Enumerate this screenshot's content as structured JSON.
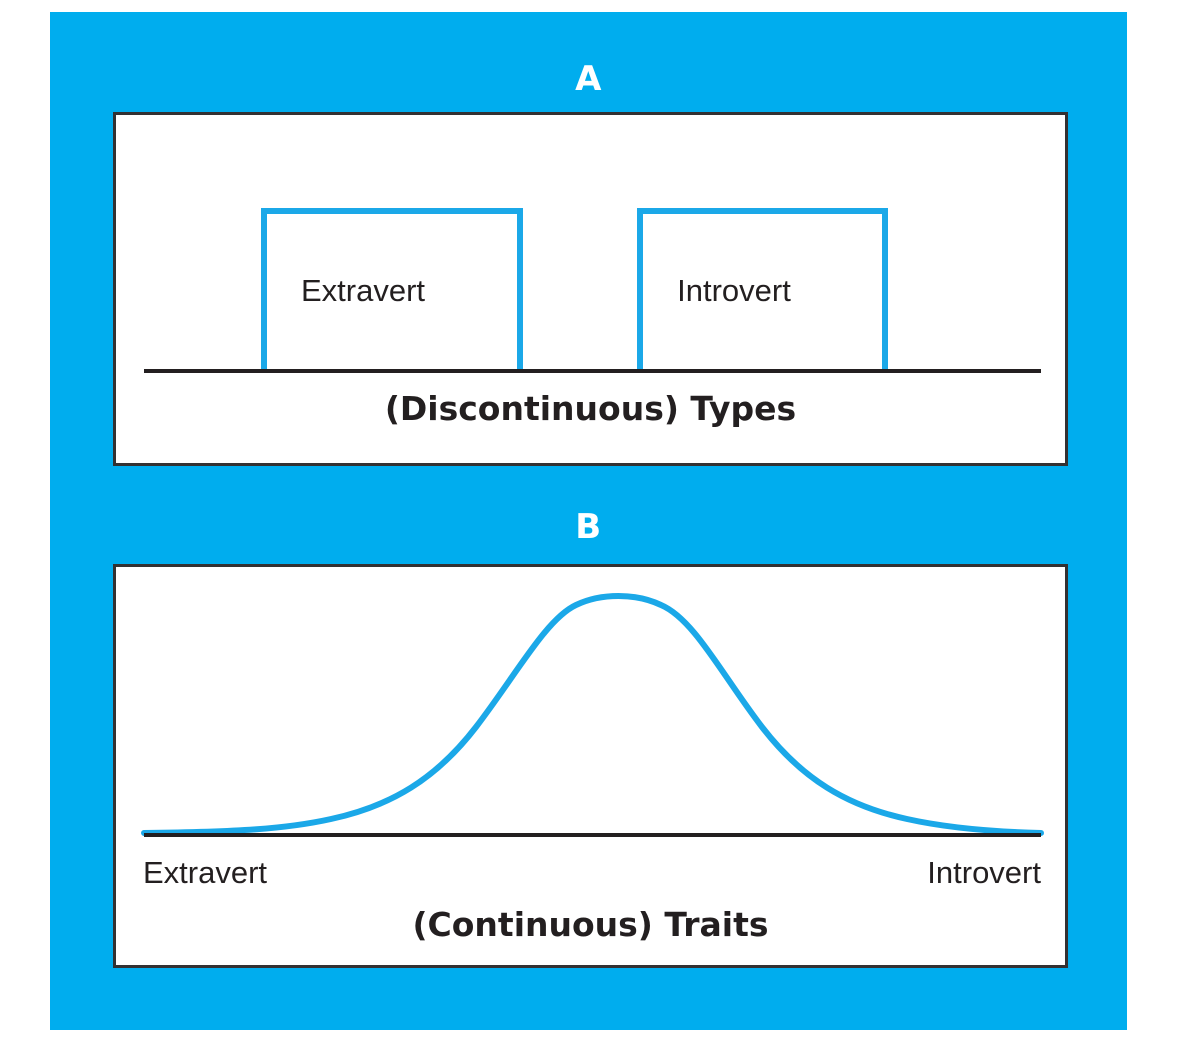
{
  "figure": {
    "background_color": "#00ADEE",
    "panel_background_color": "#FFFFFF",
    "panel_border_color": "#333132",
    "curve_color": "#1BA8E8",
    "axis_color": "#231F20",
    "text_color": "#231F20",
    "header_text_color": "#FFFFFF"
  },
  "panels": [
    {
      "header": "A",
      "caption": "(Discontinuous) Types",
      "bars": [
        {
          "label": "Extravert"
        },
        {
          "label": "Introvert"
        }
      ]
    },
    {
      "header": "B",
      "caption": "(Continuous) Traits",
      "axis_labels": {
        "left": "Extravert",
        "right": "Introvert"
      }
    }
  ],
  "chart_data": [
    {
      "type": "bar",
      "title": "(Discontinuous) Types",
      "panel": "A",
      "categories": [
        "Extravert",
        "Introvert"
      ],
      "values": [
        1,
        1
      ],
      "xlabel": "(Discontinuous) Types",
      "ylabel": "",
      "ylim": [
        0,
        1.25
      ],
      "grid": false,
      "legend": "none",
      "annotations": [
        "Two separate rectangular blocks of equal height, open at the bottom, representing discrete categorical types.",
        "Left block spans roughly 15%-40% of the axis; right block spans roughly 54%-79% of the axis.",
        "A gap separates the two blocks, indicating no intermediate cases."
      ]
    },
    {
      "type": "line",
      "title": "(Continuous) Traits",
      "panel": "B",
      "xlabel": "(Continuous) Traits",
      "ylabel": "",
      "xlim": [
        0,
        100
      ],
      "ylim": [
        0,
        1.05
      ],
      "x_tick_labels": [
        "Extravert",
        "Introvert"
      ],
      "grid": false,
      "legend": "none",
      "series": [
        {
          "name": "Normal distribution of trait scores",
          "x": [
            0,
            5,
            10,
            15,
            20,
            25,
            30,
            35,
            40,
            45,
            48,
            50,
            52,
            55,
            60,
            65,
            70,
            75,
            80,
            85,
            90,
            95,
            100
          ],
          "values": [
            0.0,
            0.01,
            0.02,
            0.05,
            0.11,
            0.21,
            0.37,
            0.56,
            0.76,
            0.94,
            0.99,
            1.0,
            0.99,
            0.94,
            0.76,
            0.56,
            0.37,
            0.21,
            0.11,
            0.05,
            0.02,
            0.01,
            0.0
          ]
        }
      ],
      "annotations": [
        "Symmetric bell-shaped (normal) curve peaking at the midpoint of the Extravert-Introvert dimension.",
        "Tails approach the baseline at both ends without touching zero abruptly."
      ]
    }
  ]
}
